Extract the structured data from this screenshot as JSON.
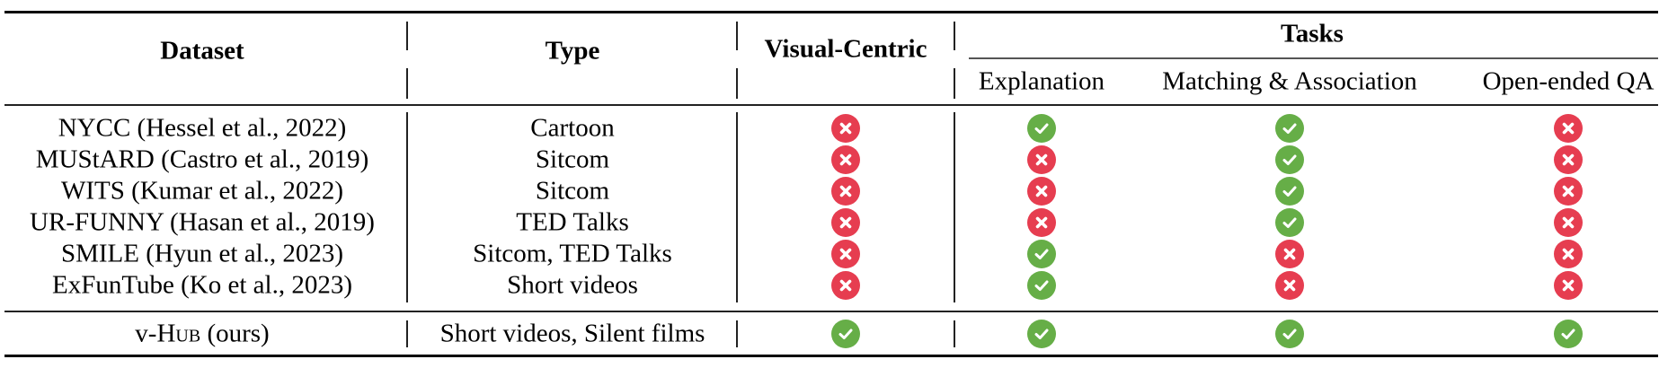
{
  "colors": {
    "check": "#66ae47",
    "cross": "#e63d50"
  },
  "header": {
    "dataset": "Dataset",
    "type": "Type",
    "visual_centric": "Visual-Centric",
    "tasks": "Tasks",
    "task_columns": [
      "Explanation",
      "Matching & Association",
      "Open-ended QA"
    ]
  },
  "rows": [
    {
      "dataset": "NYCC (Hessel et al., 2022)",
      "type": "Cartoon",
      "visual_centric": "cross",
      "explanation": "check",
      "matching": "check",
      "open_qa": "cross"
    },
    {
      "dataset": "MUStARD (Castro et al., 2019)",
      "type": "Sitcom",
      "visual_centric": "cross",
      "explanation": "cross",
      "matching": "check",
      "open_qa": "cross"
    },
    {
      "dataset": "WITS (Kumar et al., 2022)",
      "type": "Sitcom",
      "visual_centric": "cross",
      "explanation": "cross",
      "matching": "check",
      "open_qa": "cross"
    },
    {
      "dataset": "UR-FUNNY (Hasan et al., 2019)",
      "type": "TED Talks",
      "visual_centric": "cross",
      "explanation": "cross",
      "matching": "check",
      "open_qa": "cross"
    },
    {
      "dataset": "SMILE (Hyun et al., 2023)",
      "type": "Sitcom, TED Talks",
      "visual_centric": "cross",
      "explanation": "check",
      "matching": "cross",
      "open_qa": "cross"
    },
    {
      "dataset": "ExFunTube (Ko et al., 2023)",
      "type": "Short videos",
      "visual_centric": "cross",
      "explanation": "check",
      "matching": "cross",
      "open_qa": "cross"
    }
  ],
  "ours": {
    "dataset_prefix": "v-H",
    "dataset_smallcaps": "ub",
    "dataset_suffix": " (ours)",
    "type": "Short videos, Silent films",
    "visual_centric": "check",
    "explanation": "check",
    "matching": "check",
    "open_qa": "check"
  }
}
